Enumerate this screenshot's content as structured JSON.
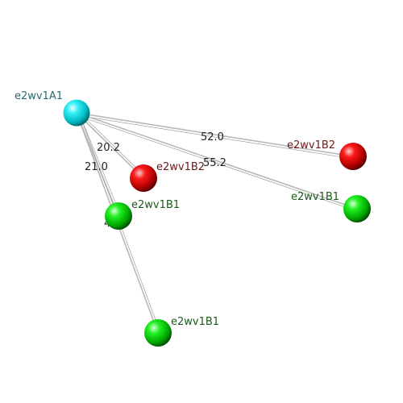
{
  "scene": {
    "atoms": [
      {
        "id": "a1",
        "label": "e2wv1A1",
        "color": "#00e5ee",
        "label_color": "#2a6a6a"
      },
      {
        "id": "b2_near",
        "label": "e2wv1B2",
        "color": "#e00000",
        "label_color": "#6a1a1a"
      },
      {
        "id": "b1_near",
        "label": "e2wv1B1",
        "color": "#00dd00",
        "label_color": "#1a5a1a"
      },
      {
        "id": "b2_far",
        "label": "e2wv1B2",
        "color": "#e00000",
        "label_color": "#6a1a1a"
      },
      {
        "id": "b1_mid",
        "label": "e2wv1B1",
        "color": "#00dd00",
        "label_color": "#1a5a1a"
      },
      {
        "id": "b1_low",
        "label": "e2wv1B1",
        "color": "#00dd00",
        "label_color": "#1a5a1a"
      }
    ],
    "distances": [
      {
        "from": "a1",
        "to": "b2_near",
        "value": "20.2"
      },
      {
        "from": "a1",
        "to": "b1_near",
        "value": "21.0"
      },
      {
        "from": "a1",
        "to": "b2_far",
        "value": "52.0"
      },
      {
        "from": "a1",
        "to": "b1_mid",
        "value": "55.2"
      },
      {
        "from": "a1",
        "to": "b1_low",
        "value": "4"
      }
    ]
  }
}
